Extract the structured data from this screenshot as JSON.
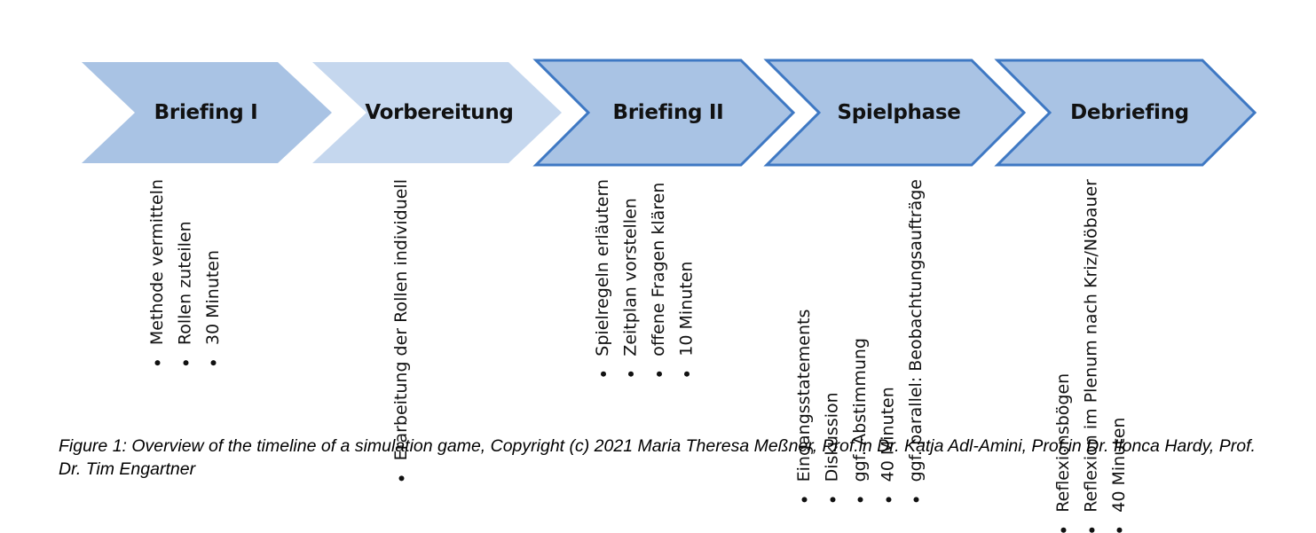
{
  "stages": [
    {
      "title": "Briefing I",
      "fill": "#a9c3e4",
      "outlined": false,
      "bullets": [
        "Methode vermitteln",
        "Rollen zuteilen",
        "30 Minuten"
      ]
    },
    {
      "title": "Vorbereitung",
      "fill": "#c5d7ee",
      "outlined": false,
      "bullets": [
        "Erarbeitung der Rollen individuell"
      ]
    },
    {
      "title": "Briefing II",
      "fill": "#a9c3e4",
      "outlined": true,
      "bullets": [
        "Spielregeln erläutern",
        "Zeitplan vorstellen",
        "offene Fragen klären",
        "10 Minuten"
      ]
    },
    {
      "title": "Spielphase",
      "fill": "#a9c3e4",
      "outlined": true,
      "bullets": [
        "Eingangsstatements",
        "Diskussion",
        "ggf. Abstimmung",
        "40 Minuten",
        "ggf. parallel: Beobachtungsaufträge"
      ]
    },
    {
      "title": "Debriefing",
      "fill": "#a9c3e4",
      "outlined": true,
      "bullets": [
        "Reflexionsbögen",
        "Reflexion im Plenum nach Kriz/Nöbauer",
        "40 Minuten"
      ]
    }
  ],
  "colors": {
    "outline": "#3e78c3",
    "text": "#111111"
  },
  "caption": "Figure 1: Overview of the timeline of a simulation game, Copyright (c) 2021 Maria Theresa Meßner, Prof.in Dr. Katja Adl-Amini, Prof.in Dr. Ilonca Hardy, Prof. Dr. Tim Engartner"
}
